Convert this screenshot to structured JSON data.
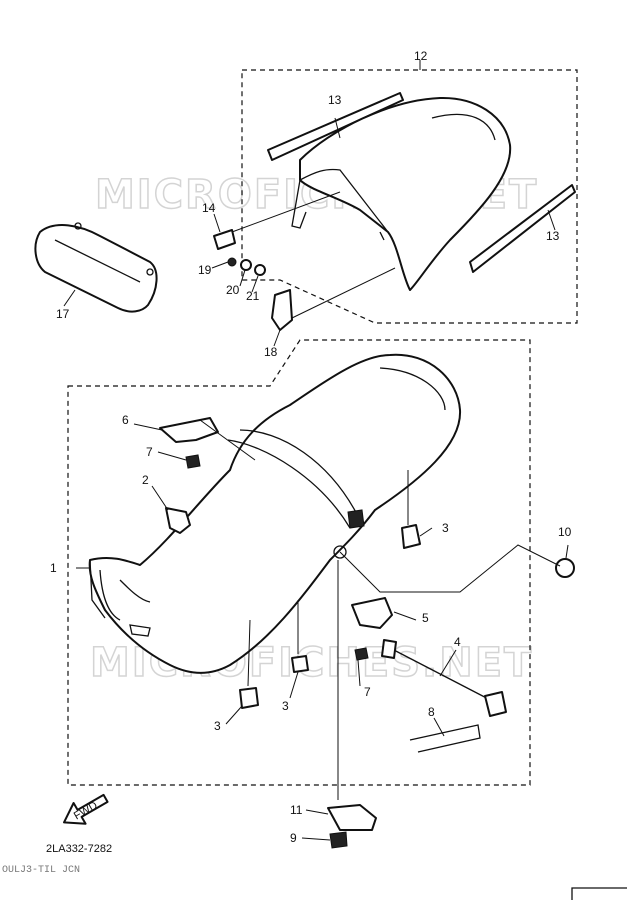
{
  "diagram": {
    "part_number_code": "2LA332-7282",
    "fwd_label": "FWD",
    "watermark_text": "MICROFICHES.NET",
    "scan_artifact_text": "OULJ3-TIL JCN",
    "callouts": {
      "c1": "1",
      "c2": "2",
      "c3a": "3",
      "c3b": "3",
      "c3c": "3",
      "c4": "4",
      "c5": "5",
      "c6": "6",
      "c7a": "7",
      "c7b": "7",
      "c8": "8",
      "c9": "9",
      "c10": "10",
      "c11": "11",
      "c12": "12",
      "c13a": "13",
      "c13b": "13",
      "c14": "14",
      "c17": "17",
      "c18": "18",
      "c19": "19",
      "c20": "20",
      "c21": "21"
    }
  }
}
